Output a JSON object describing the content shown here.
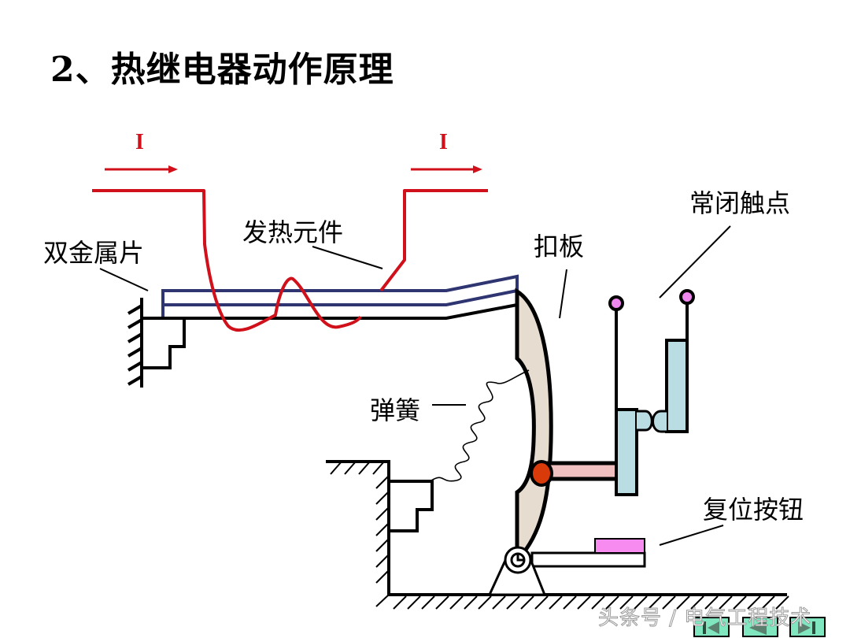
{
  "title": "2、热继电器动作原理",
  "current_labels": [
    "I",
    "I"
  ],
  "labels": {
    "bimetal": "双金属片",
    "heating_element": "发热元件",
    "latch_plate": "扣板",
    "nc_contact": "常闭触点",
    "spring": "弹簧",
    "reset_button": "复位按钮"
  },
  "watermark": "头条号 / 电气工程技术",
  "nav_buttons": [
    {
      "name": "first-slide-button",
      "icon": "skip-back-icon"
    },
    {
      "name": "prev-slide-button",
      "icon": "play-back-icon"
    },
    {
      "name": "next-slide-button",
      "icon": "skip-forward-icon"
    }
  ],
  "colors": {
    "current": "#d0101a",
    "bimetal": "#2e3570",
    "latch_fill": "#e6dccf",
    "contact_fill": "#b9dde3",
    "link_fill": "#f0c0c0",
    "pivot_fill": "#d93a0a",
    "terminal_fill": "#ee88ee",
    "reset_fill": "#f78bf0",
    "nav_fill": "#7fe6c0"
  }
}
